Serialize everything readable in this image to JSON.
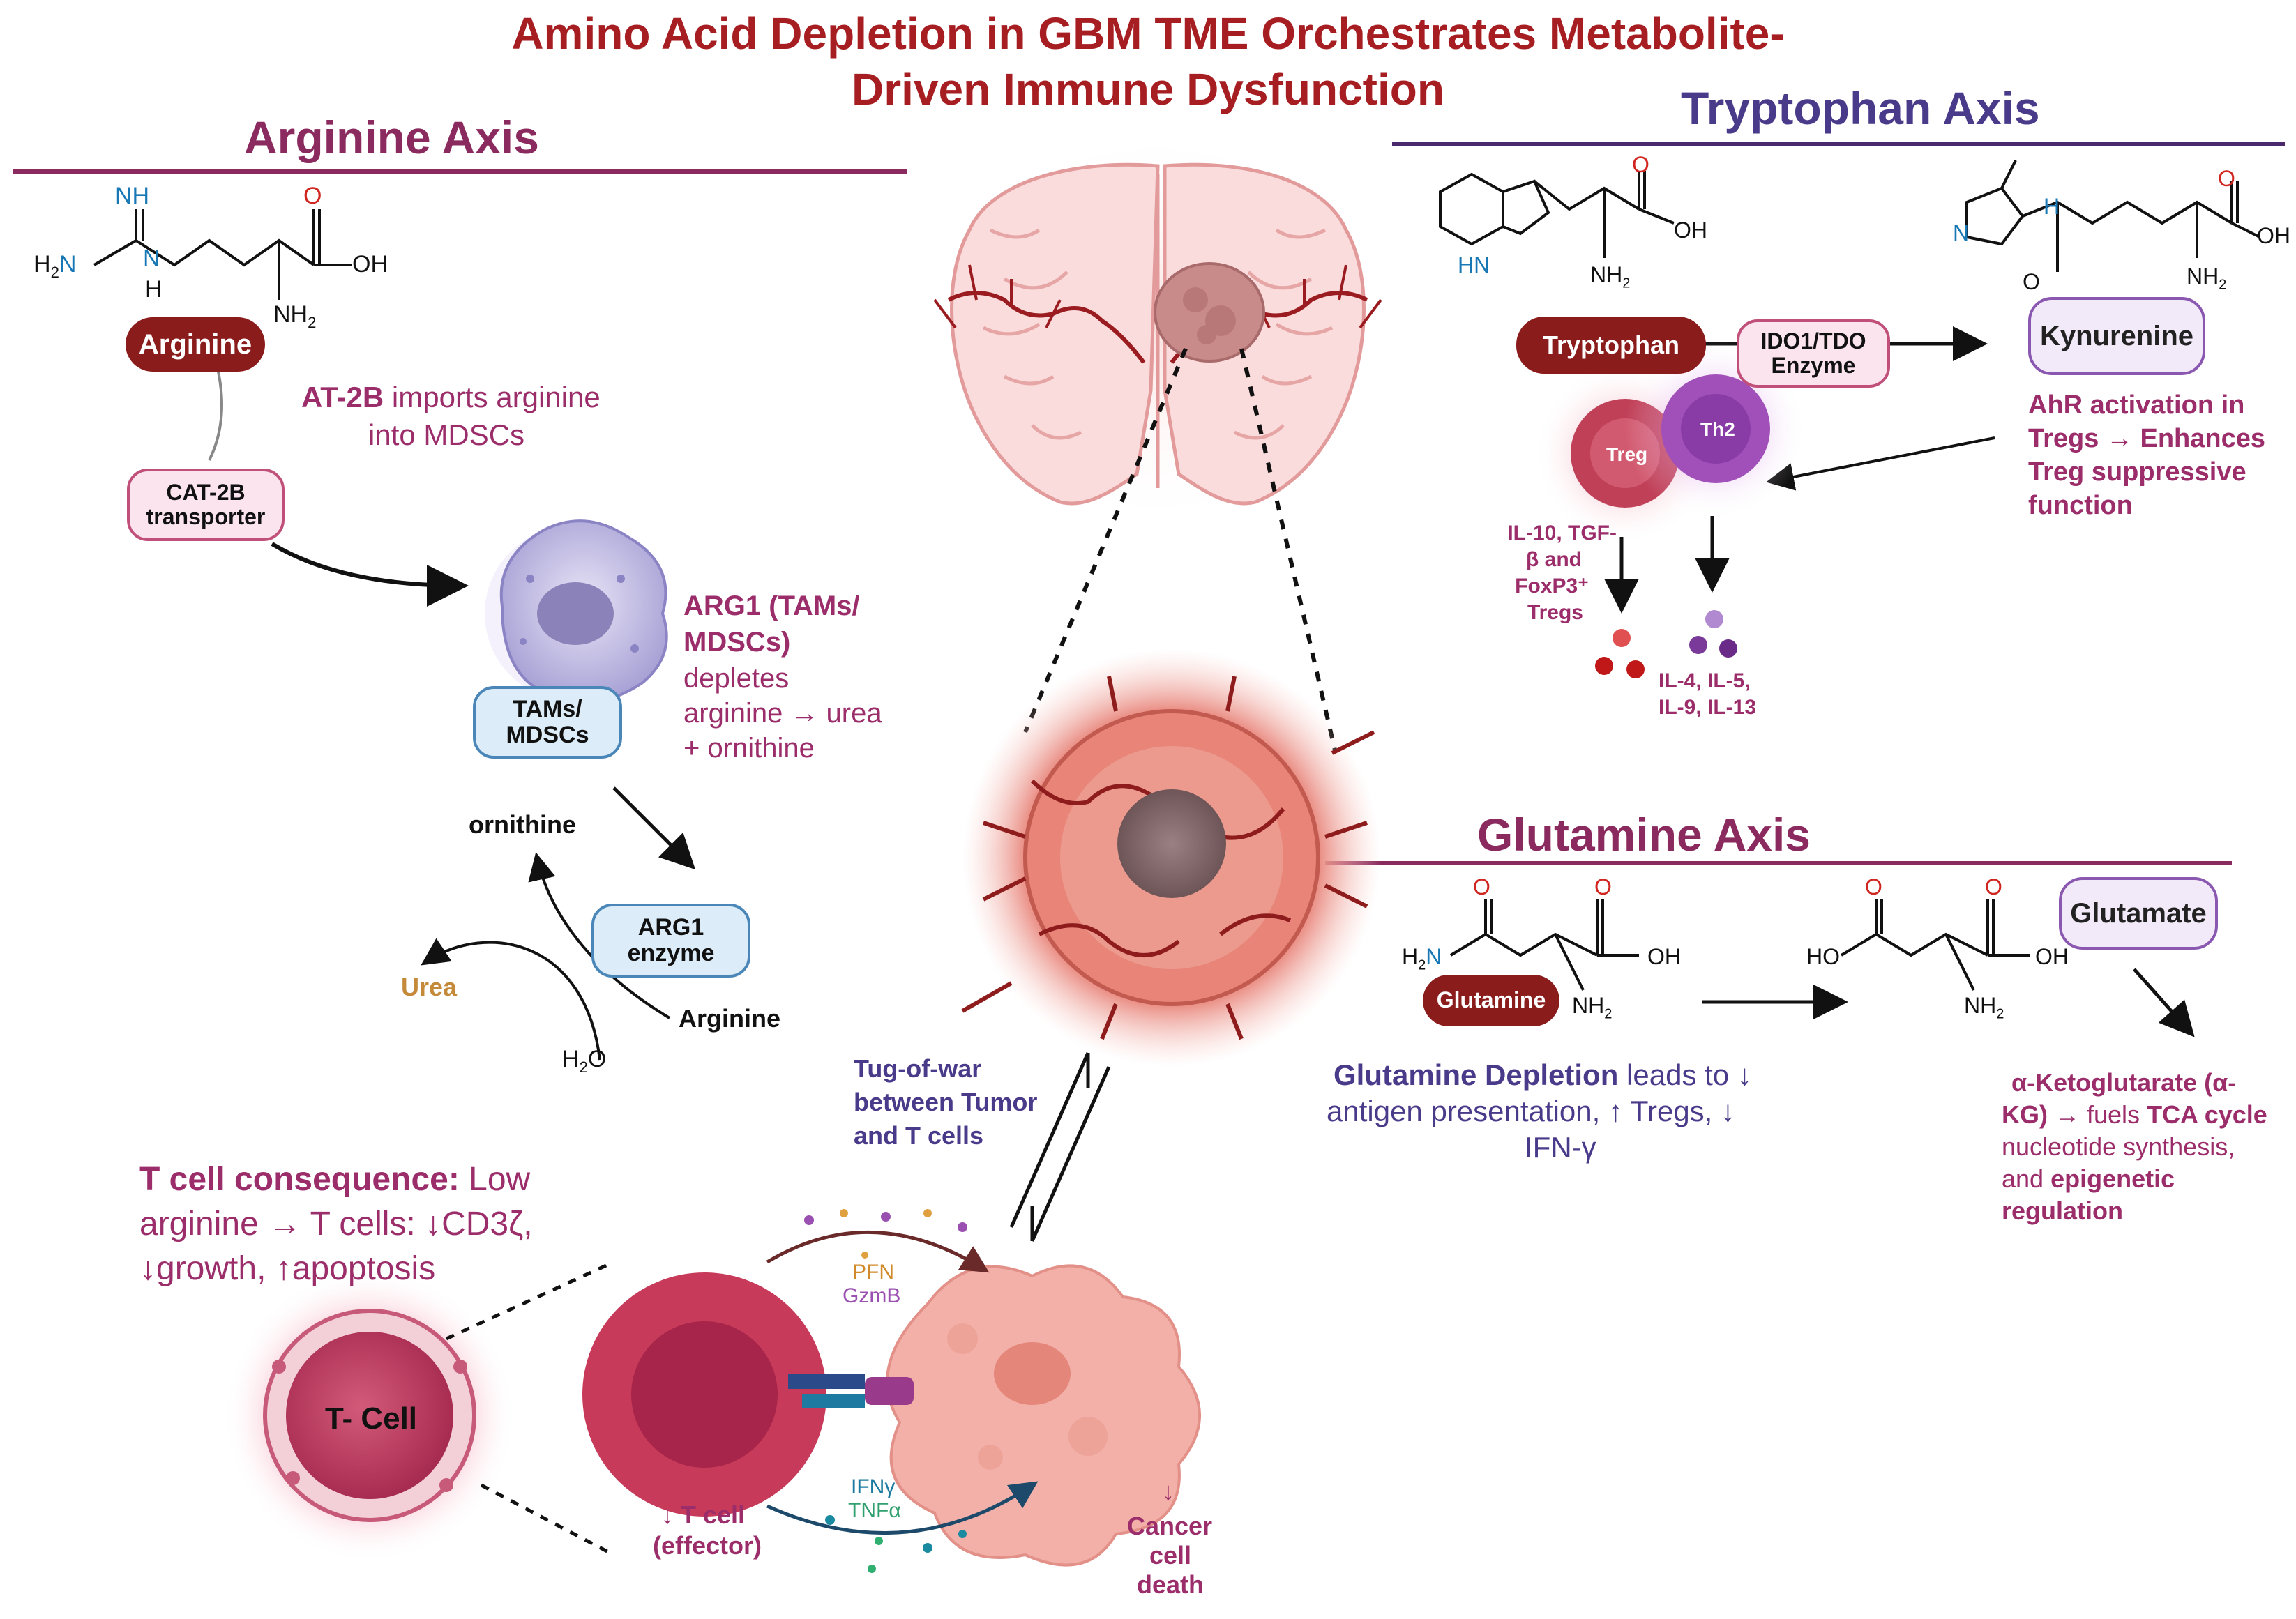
{
  "title": {
    "line1": "Amino Acid Depletion in GBM TME Orchestrates Metabolite-",
    "line2": "Driven Immune Dysfunction"
  },
  "arginine_axis": {
    "heading": "Arginine Axis",
    "arginine_label": "Arginine",
    "import_text_bold": "AT-2B",
    "import_text_rest": " imports arginine",
    "import_text_line2": "into MDSCs",
    "transporter_line1": "CAT-2B",
    "transporter_line2": "transporter",
    "cell_label_line1": "TAMs/",
    "cell_label_line2": "MDSCs",
    "arg1_line1": "ARG1 (TAMs/",
    "arg1_line2": "MDSCs)",
    "arg1_line3": "depletes",
    "arg1_line4": "arginine → urea",
    "arg1_line5": "+ ornithine",
    "ornithine": "ornithine",
    "enzyme_line1": "ARG1",
    "enzyme_line2": "enzyme",
    "urea": "Urea",
    "arginine_substrate": "Arginine",
    "water": "H",
    "water_sub": "2",
    "water_o": "O"
  },
  "tcell": {
    "consequence_bold": "T cell consequence:",
    "consequence_rest": " Low",
    "consequence_line2": "arginine → T cells: ↓CD3ζ,",
    "consequence_line3": "↓growth, ↑apoptosis",
    "cell_label": "T- Cell",
    "tug_line1": "Tug-of-war",
    "tug_line2": "between Tumor",
    "tug_line3": "and T cells",
    "pfn": "PFN",
    "gzmb": "GzmB",
    "ifng": "IFNγ",
    "tnfa": "TNFα",
    "effector_line1": "↓ T cell",
    "effector_line2": "(effector)",
    "death_arrow": "↓",
    "death_line1": "Cancer",
    "death_line2": "cell",
    "death_line3": "death"
  },
  "tryptophan_axis": {
    "heading": "Tryptophan Axis",
    "tryptophan_label": "Tryptophan",
    "enzyme_line1": "IDO1/TDO",
    "enzyme_line2": "Enzyme",
    "kynurenine_label": "Kynurenine",
    "ahr_line1": "AhR activation in",
    "ahr_line2": "Tregs → Enhances",
    "ahr_line3": "Treg suppressive",
    "ahr_line4": "function",
    "treg": "Treg",
    "th2": "Th2",
    "treg_out_line1": "IL-10, TGF-",
    "treg_out_line2": "β and",
    "treg_out_line3": "FoxP3⁺",
    "treg_out_line4": "Tregs",
    "th2_out_line1": "IL-4, IL-5,",
    "th2_out_line2": "IL-9, IL-13"
  },
  "glutamine_axis": {
    "heading": "Glutamine Axis",
    "glutamine_label": "Glutamine",
    "glutamate_label": "Glutamate",
    "depletion_bold": "Glutamine Depletion",
    "depletion_rest": " leads to ↓",
    "depletion_line2": "antigen presentation, ↑ Tregs, ↓",
    "depletion_line3": "IFN-γ",
    "akg_line1": "α-Ketoglutarate (α-",
    "akg_line2_bold": "KG)",
    "akg_line2_rest": " → fuels ",
    "akg_line2_bold2": "TCA cycle",
    "akg_line3": "nucleotide synthesis,",
    "akg_line4_rest": "and ",
    "akg_line4_bold": "epigenetic",
    "akg_line5": "regulation"
  },
  "chem": {
    "nh": "NH",
    "h2n": "H",
    "h2n_sub": "2",
    "n": "N",
    "h": "H",
    "o": "O",
    "oh": "OH",
    "ho": "HO",
    "nh2": "NH",
    "nh2_sub": "2",
    "hn": "HN"
  },
  "colors": {
    "title_red": "#a61e22",
    "arginine_magenta": "#8b2a5e",
    "tryptophan_purple": "#4a3a8a",
    "dark_red_pill": "#8a1c1c"
  }
}
